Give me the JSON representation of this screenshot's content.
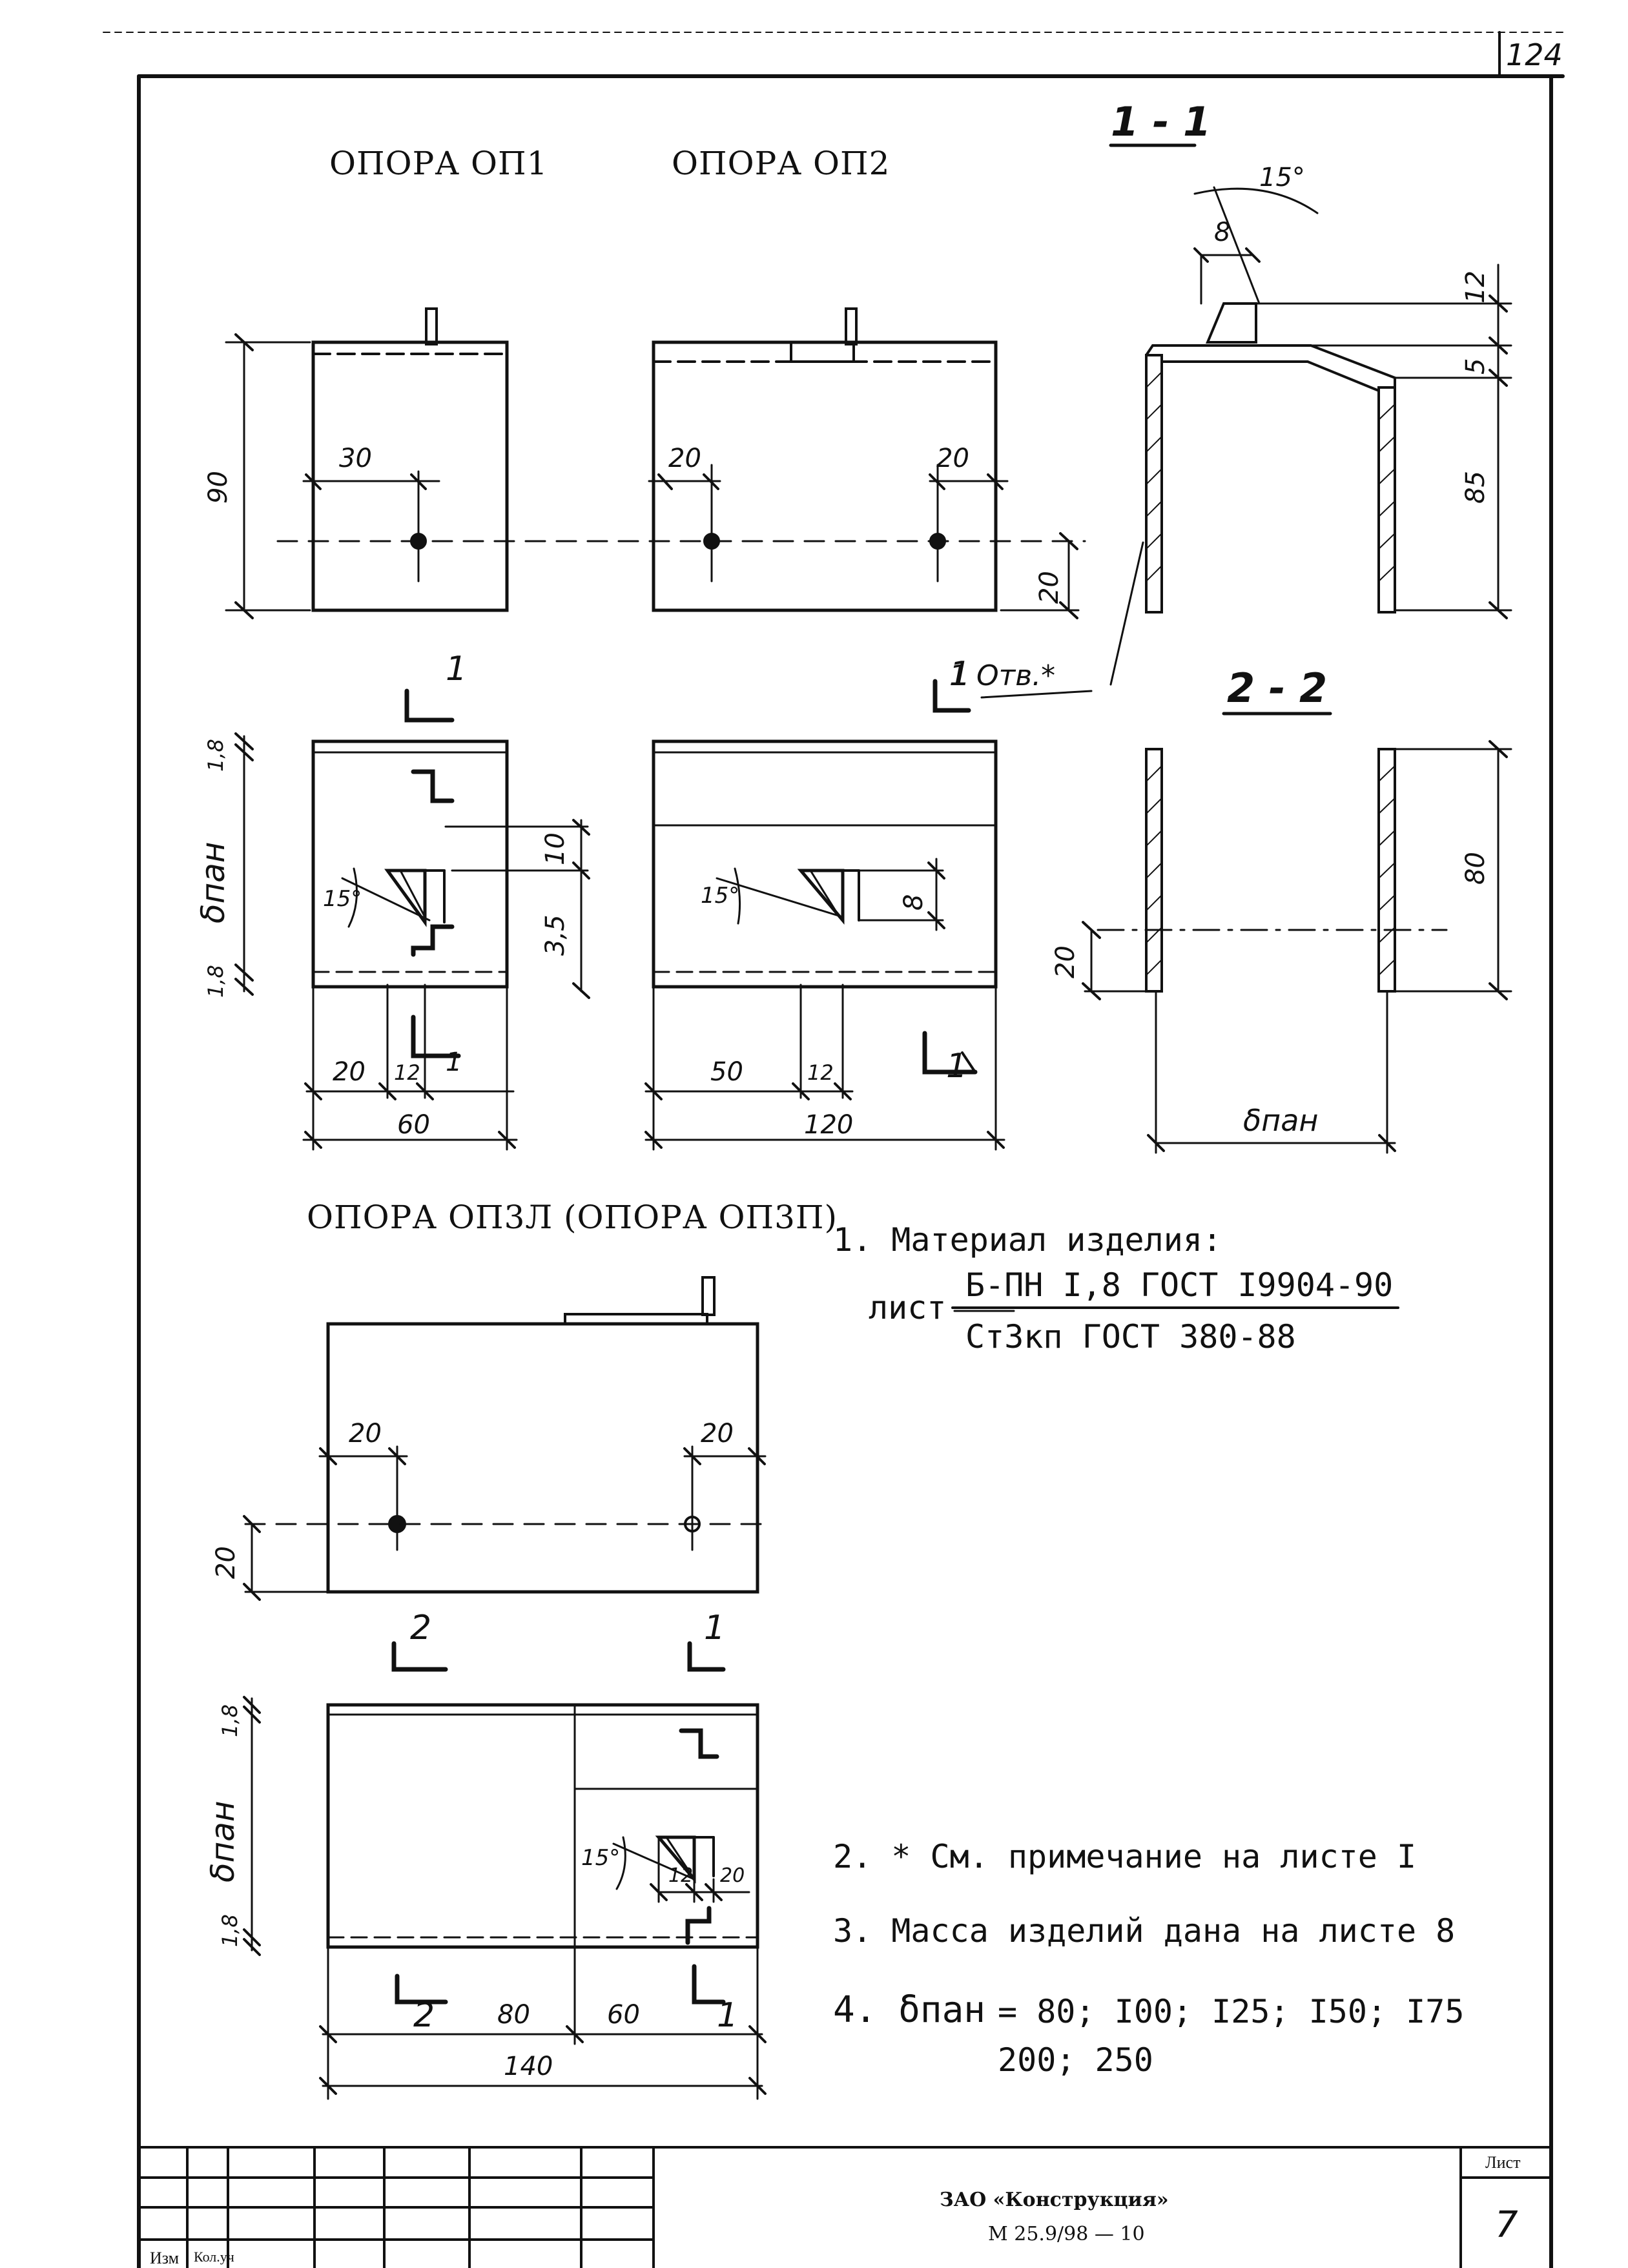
{
  "page_number": "124",
  "views": {
    "op1_title": "ОПОРА ОП1",
    "op2_title": "ОПОРА ОП2",
    "op3_title": "ОПОРА ОП3Л (ОПОРА ОП3П)"
  },
  "sections": {
    "s1": "1 - 1",
    "s2": "2 - 2",
    "cut1": "1",
    "cut2": "2"
  },
  "dimensions": {
    "d90": "90",
    "d30": "30",
    "d20": "20",
    "d18": "1,8",
    "d10": "10",
    "d35": "3,5",
    "d12": "12",
    "d60": "60",
    "d50": "50",
    "d120": "120",
    "d8": "8",
    "d15deg": "15°",
    "d5": "5",
    "d85": "85",
    "d80": "80",
    "d140": "140",
    "delta_pan": "δпан",
    "otv": "1 Отв.*"
  },
  "notes": {
    "n1_title": "1. Материал изделия:",
    "n1_sheet_label": "лист",
    "n1_num": "Б-ПН I,8 ГОСТ I9904-90",
    "n1_den": "Ст3кп ГОСТ 380-88",
    "n2": "2. * См. примечание на листе I",
    "n3": "3. Масса изделий дана на листе 8",
    "n4_label": "4. δпан",
    "n4_values_line1": "= 80; I00; I25; I50; I75",
    "n4_values_line2": "200; 250"
  },
  "title_block": {
    "company": "ЗАО «Конструкция»",
    "code": "М 25.9/98 — 10",
    "sheet_label": "Лист",
    "sheet_number": "7",
    "col_izm": "Изм",
    "col_koluch": "Кол.уч"
  }
}
